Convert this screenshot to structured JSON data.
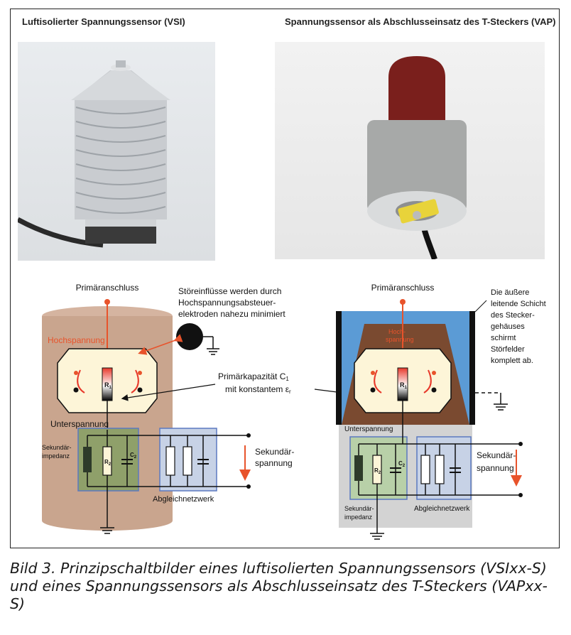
{
  "panel_left": {
    "title": "Luftisolierter Spannungssensor (VSI)",
    "primary_terminal": "Primäranschluss",
    "interference_note": [
      "Störeinflüsse werden durch",
      "Hochspannungsabsteuer-",
      "elektroden nahezu minimiert"
    ],
    "high_voltage": "Hochspannung",
    "r1": "R",
    "r1_sub": "1",
    "primary_capacitance": [
      "Primärkapazität C",
      "mit konstantem ε"
    ],
    "c1_sub": "1",
    "eps_sub": "r",
    "low_voltage": "Unterspannung",
    "secondary_impedance": [
      "Sekundär-",
      "impedanz"
    ],
    "r2": "R",
    "r2_sub": "2",
    "c2": "C",
    "c2_sub": "2",
    "secondary_voltage": [
      "Sekundär-",
      "spannung"
    ],
    "matching_network": "Abgleichnetzwerk"
  },
  "panel_right": {
    "title": "Spannungssensor als Abschlusseinsatz des T-Steckers (VAP)",
    "primary_terminal": "Primäranschluss",
    "shield_note": [
      "Die äußere",
      "leitende Schicht",
      "des Stecker-",
      "gehäuses",
      "schirmt",
      "Störfelder",
      "komplett ab."
    ],
    "high_voltage": [
      "Hoch-",
      "spannung"
    ],
    "low_voltage": "Unterspannung",
    "secondary_voltage": [
      "Sekundär-",
      "spannung"
    ],
    "secondary_impedance": [
      "Sekundär-",
      "impedanz"
    ],
    "matching_network": "Abgleichnetzwerk",
    "r1": "R",
    "r1_sub": "1",
    "r2": "R",
    "r2_sub": "2",
    "c2": "C",
    "c2_sub": "2"
  },
  "caption": "Bild 3. Prinzipschaltbilder eines luftisolierten Spannungssensors (VSIxx-S) und eines Spannungssensors als Abschlusseinsatz des T-Steckers (VAPxx-S)",
  "colors": {
    "cylinder": "#c9a58e",
    "accent_red": "#e8532b",
    "housing_blue": "#5b9bd5",
    "housing_brown": "#7a4a30",
    "cream": "#fdf5d8",
    "green_box": "#8fa06a",
    "blue_box": "#c7d2e6"
  }
}
